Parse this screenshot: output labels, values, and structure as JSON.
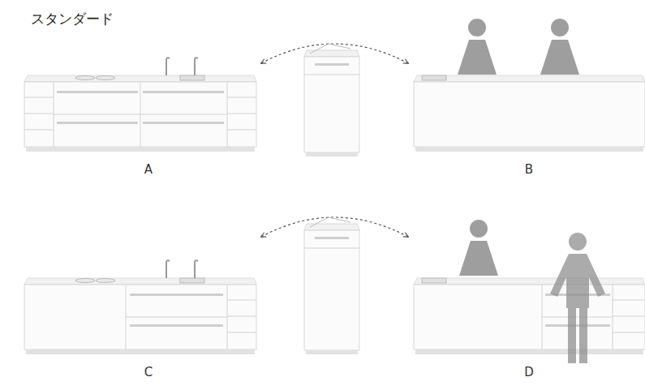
{
  "diagram": {
    "title": "スタンダード",
    "labels": [
      "A",
      "B",
      "C",
      "D"
    ]
  }
}
